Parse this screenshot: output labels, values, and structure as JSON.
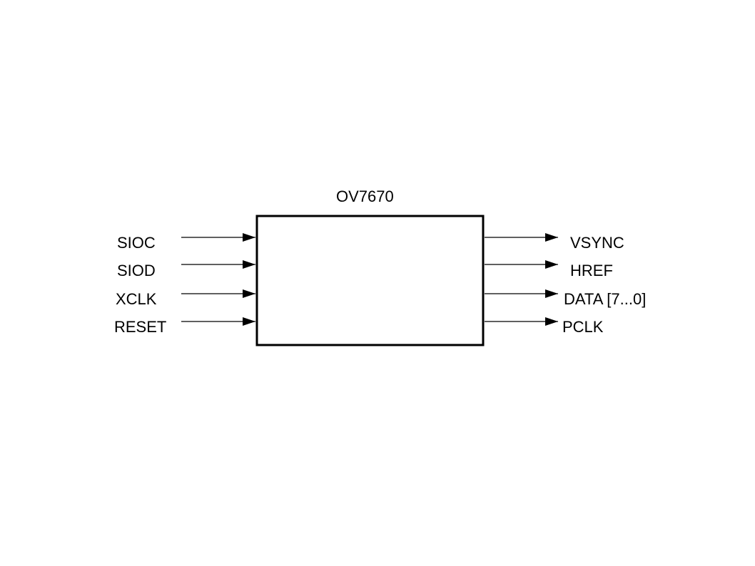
{
  "chip": {
    "name": "OV7670"
  },
  "inputs": [
    {
      "label": "SIOC"
    },
    {
      "label": "SIOD"
    },
    {
      "label": "XCLK"
    },
    {
      "label": "RESET"
    }
  ],
  "outputs": [
    {
      "label": "VSYNC"
    },
    {
      "label": "HREF"
    },
    {
      "label": "DATA [7...0]"
    },
    {
      "label": "PCLK"
    }
  ],
  "colors": {
    "stroke": "#000000",
    "background": "#ffffff"
  }
}
